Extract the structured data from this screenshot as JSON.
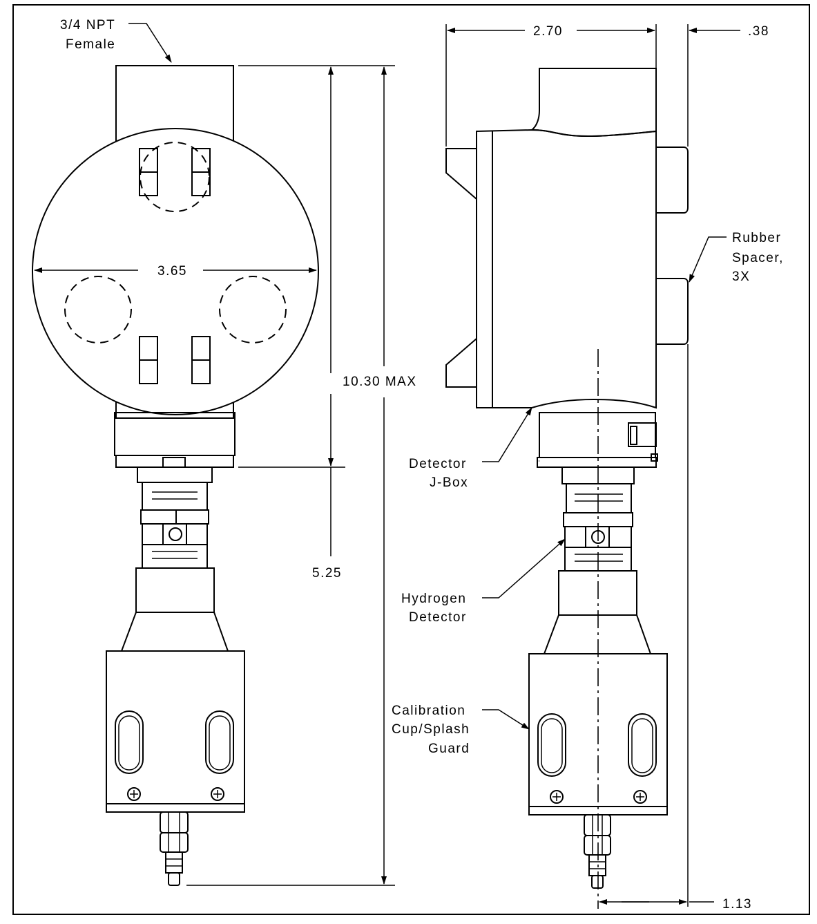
{
  "labels": {
    "npt_line1": "3/4 NPT",
    "npt_line2": "Female",
    "dim_270": "2.70",
    "dim_038": ".38",
    "dim_365": "3.65",
    "dim_1030": "10.30 MAX",
    "dim_525": "5.25",
    "dim_113": "1.13",
    "rubber_line1": "Rubber",
    "rubber_line2": "Spacer,",
    "rubber_line3": "3X",
    "jbox_line1": "Detector",
    "jbox_line2": "J-Box",
    "h2_line1": "Hydrogen",
    "h2_line2": "Detector",
    "cal_line1": "Calibration",
    "cal_line2": "Cup/Splash",
    "cal_line3": "Guard"
  }
}
